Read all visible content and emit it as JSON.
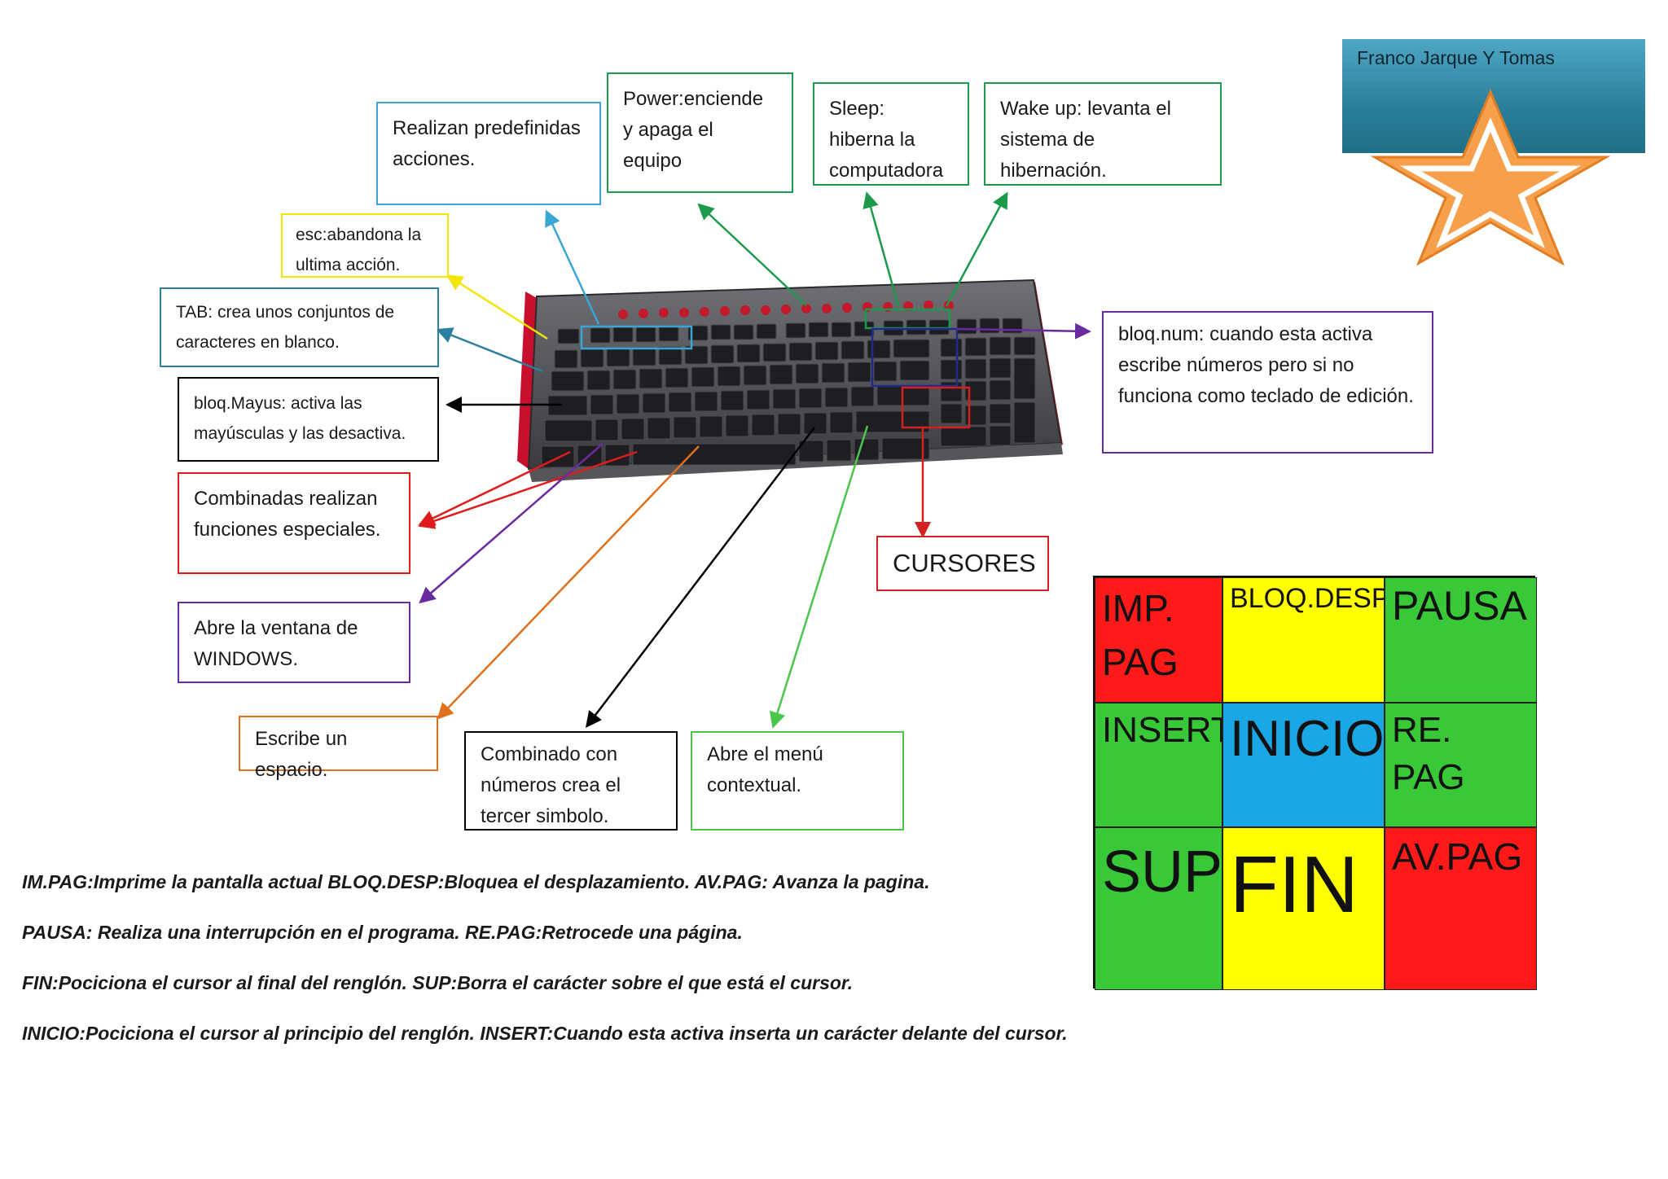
{
  "author": "Franco Jarque Y Tomas",
  "callouts": {
    "predefinidas": "Realizan predefinidas acciones.",
    "power": "Power:enciende y apaga el equipo",
    "sleep": "Sleep: hiberna la computadora",
    "wakeup": "Wake up: levanta el sistema de hibernación.",
    "esc": "esc:abandona la ultima acción.",
    "tab": "TAB: crea unos conjuntos de caracteres en blanco.",
    "mayus": "bloq.Mayus: activa las mayúsculas y las desactiva.",
    "combinadas": "Combinadas realizan funciones especiales.",
    "windows": "Abre la ventana de WINDOWS.",
    "espacio": "Escribe un espacio.",
    "altgr": "Combinado con números crea el tercer simbolo.",
    "menu": "Abre el menú contextual.",
    "numlock": "bloq.num: cuando esta activa escribe números pero si no funciona como teclado de edición.",
    "cursores": "CURSORES"
  },
  "key_grid": [
    {
      "label": "IMP. PAG",
      "color": "#ff1a1a"
    },
    {
      "label": "BLOQ.DESP",
      "color": "#ffff00"
    },
    {
      "label": "PAUSA",
      "color": "#38c838"
    },
    {
      "label": "INSERT",
      "color": "#38c838"
    },
    {
      "label": "INICIO",
      "color": "#1aa7e6"
    },
    {
      "label": "RE. PAG",
      "color": "#38c838"
    },
    {
      "label": "SUP",
      "color": "#38c838"
    },
    {
      "label": "FIN",
      "color": "#ffff00"
    },
    {
      "label": "AV.PAG",
      "color": "#ff1a1a"
    }
  ],
  "notes": [
    "IM.PAG:Imprime la pantalla actual BLOQ.DESP:Bloquea el desplazamiento. AV.PAG: Avanza la pagina.",
    "PAUSA: Realiza una interrupción en el programa. RE.PAG:Retrocede una página.",
    "FIN:Pociciona el cursor al final del renglón. SUP:Borra el carácter sobre el que está el cursor.",
    "INICIO:Pociciona el cursor al principio del renglón. INSERT:Cuando esta activa inserta un carácter delante del cursor."
  ],
  "colors": {
    "predefinidas": "#3aa6d6",
    "power": "#1a9a4a",
    "sleep": "#1a9a4a",
    "wakeup": "#1a9a4a",
    "esc": "#f2e600",
    "tab": "#2c7f9e",
    "mayus": "#000000",
    "combinadas": "#e01b1b",
    "windows": "#6a2aa0",
    "espacio": "#e0701a",
    "altgr": "#000000",
    "menu": "#4ac64a",
    "numlock": "#6a2aa0",
    "cursores": "#d42020",
    "star": "#f4a04a"
  }
}
